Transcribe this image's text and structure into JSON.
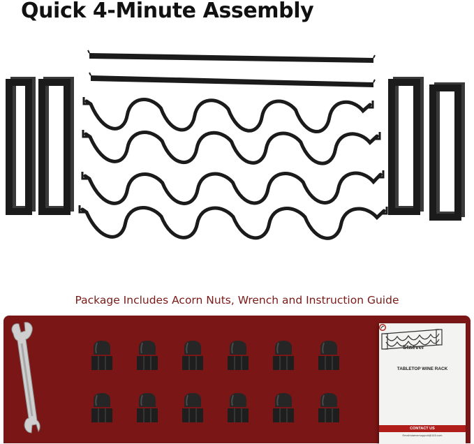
{
  "heading": "Quick 4-Minute Assembly",
  "package_caption": "Package Includes Acorn Nuts, Wrench and Instruction Guide",
  "parts": {
    "side_frames": 4,
    "connecting_rods": 2,
    "wave_rails": 4
  },
  "package_items": {
    "wrench_count": 1,
    "acorn_nut_count": 12,
    "acorn_nut_rows": 2,
    "acorn_nuts_per_row": 6
  },
  "guide": {
    "brand": "Staever",
    "title": "TABLETOP WINE RACK",
    "contact_label": "CONTACT US",
    "email_line": "Email:staeversupport@163.com"
  },
  "colors": {
    "panel": "#7a1615",
    "caption": "#7a1a17",
    "metal": "#1b1b1b",
    "wrench": "#c9c9c9",
    "contact_bar": "#b01d1a"
  }
}
